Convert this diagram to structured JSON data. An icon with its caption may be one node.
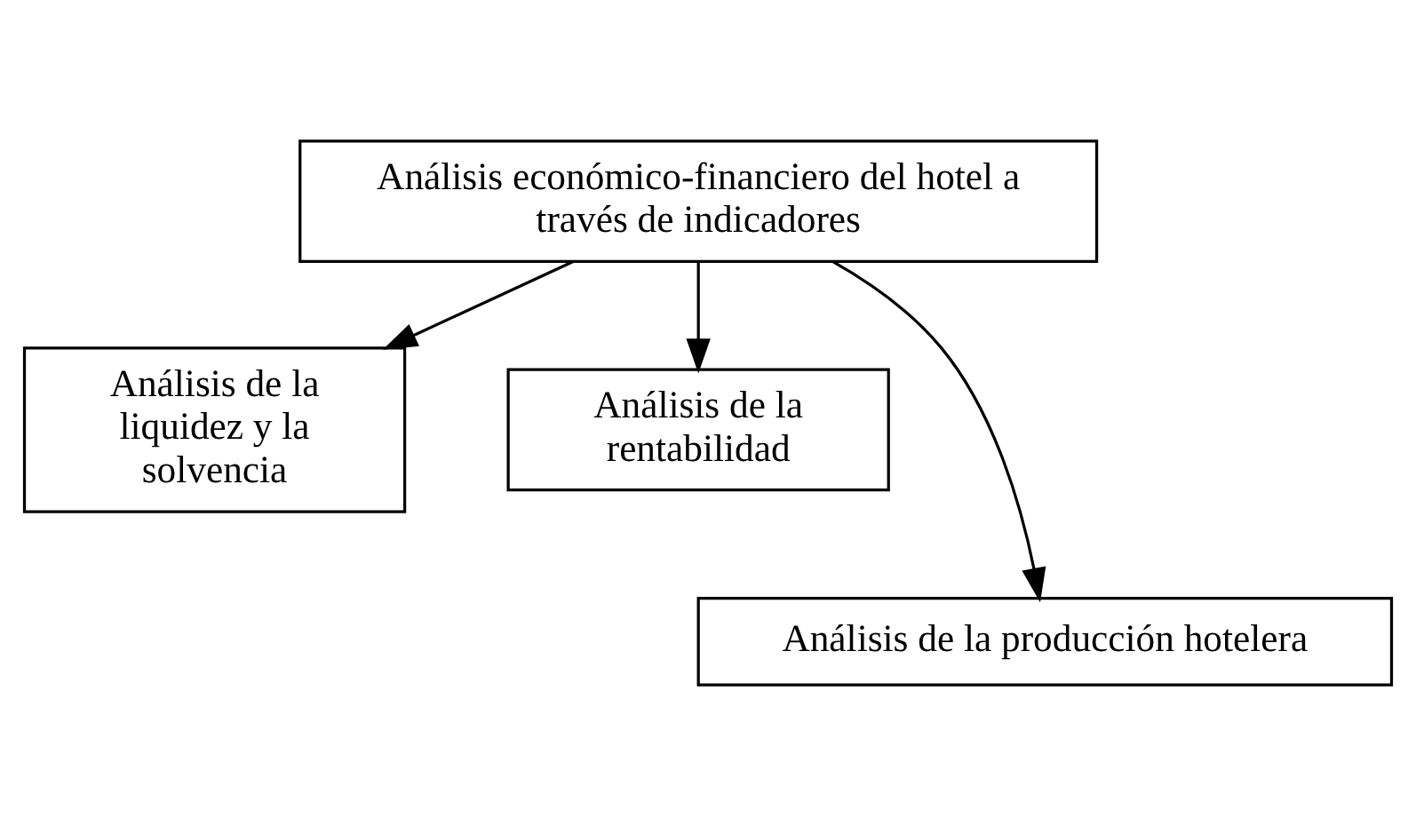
{
  "diagram": {
    "nodes": [
      {
        "text": [
          "Análisis económico-financiero del hotel a través de indicadores"
        ]
      },
      {
        "text": [
          "Análisis de la liquidez y la solvencia"
        ]
      },
      {
        "text": [
          "Análisis de la rentabilidad"
        ]
      },
      {
        "text": [
          "Análisis de la producción hotelera"
        ]
      }
    ],
    "edges": [
      {
        "from": 0,
        "to": 1,
        "arrow": "to"
      },
      {
        "from": 0,
        "to": 3,
        "arrow": "to"
      },
      {
        "from": 0,
        "to": 2,
        "arrow": "to"
      }
    ]
  }
}
